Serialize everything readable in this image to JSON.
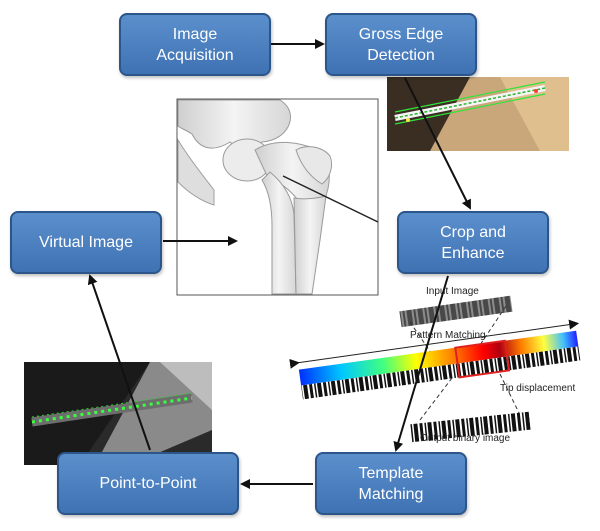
{
  "steps": {
    "image_acquisition": "Image\nAcquisition",
    "gross_edge_detection": "Gross Edge\nDetection",
    "crop_and_enhance": "Crop and\nEnhance",
    "virtual_image": "Virtual Image",
    "template_matching": "Template\nMatching",
    "point_to_point": "Point-to-Point"
  },
  "inset_labels": {
    "input_image": "Input Image",
    "pattern_matching": "Pattern Matching",
    "tip_displacement": "Tip displacement",
    "output_binary_image": "Output binary image"
  },
  "colors": {
    "box_fill": "#4a7fc1",
    "box_border": "#2c5689",
    "arrow": "#111111",
    "marker_green": "#35e23a",
    "match_region": "#e02020"
  },
  "icons": [
    "femur-bone-render",
    "pin-edge-photo",
    "pin-green-overlay",
    "heatmap-barcode-strip"
  ]
}
